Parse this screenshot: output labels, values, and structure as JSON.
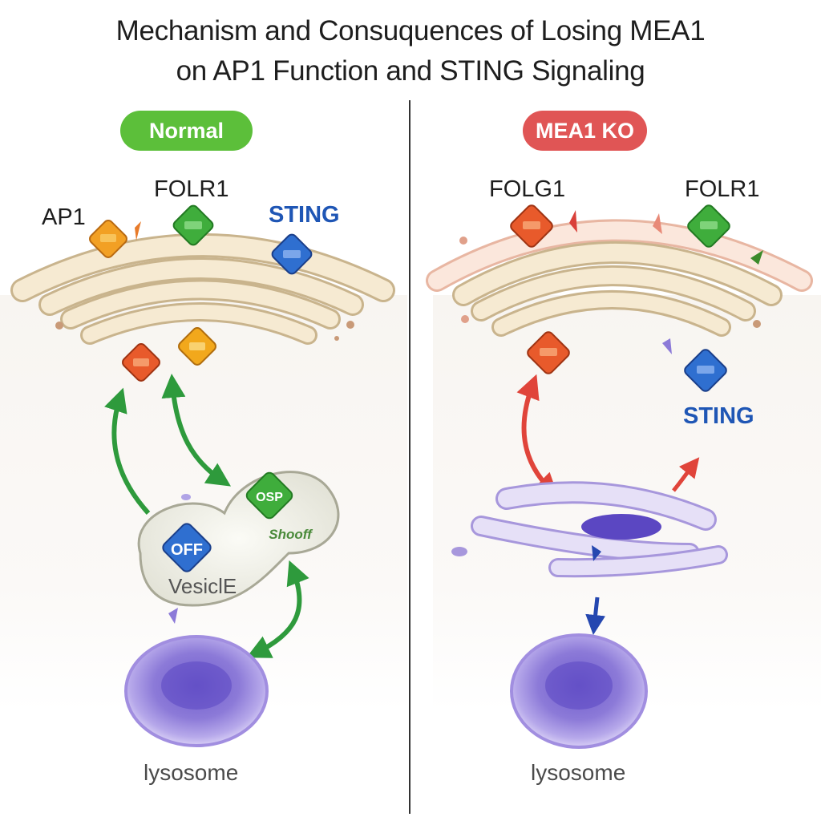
{
  "title": {
    "line1": "Mechanism and Consuquences of Losing MEA1",
    "line2": "on AP1 Function and STING Signaling"
  },
  "panels": {
    "normal": {
      "header": "Normal",
      "header_color": "#5cbf3a",
      "labels": {
        "ap1": "AP1",
        "folr1": "FOLR1",
        "sting": "STING",
        "vesicle": "VesiclE",
        "vesicle_protein_off": "OFF",
        "vesicle_protein_green": "OSP",
        "vesicle_note": "Shooff",
        "lysosome": "lysosome"
      }
    },
    "ko": {
      "header": "MEA1 KO",
      "header_color": "#e05555",
      "labels": {
        "folg1": "FOLG1",
        "folr1": "FOLR1",
        "sting": "STING",
        "lysosome": "lysosome"
      }
    }
  },
  "colors": {
    "arrow_normal": "#2e9a3c",
    "arrow_ko": "#e0443a",
    "sting_blue": "#1f56b5",
    "golgi": "#f4e4c8",
    "lysosome": "#8e7ad6"
  }
}
